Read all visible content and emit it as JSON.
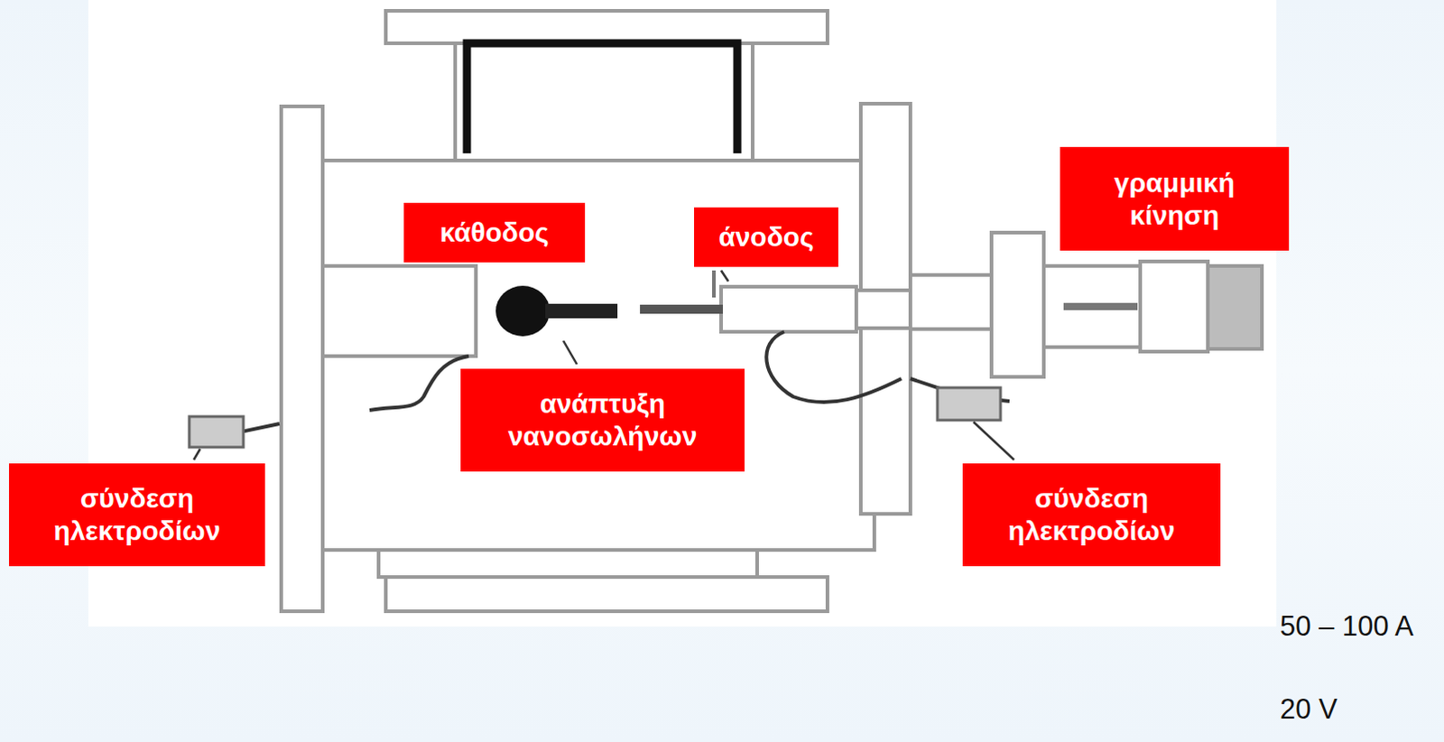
{
  "diagram": {
    "nodes": [
      {
        "text": [
          "κάθοδος"
        ]
      },
      {
        "text": [
          "άνοδος"
        ]
      },
      {
        "text": [
          "γραμμική κίνηση"
        ]
      },
      {
        "text": [
          "ανάπτυξη νανοσωλήνων"
        ]
      },
      {
        "text": [
          "σύνδεση ηλεκτροδίων"
        ]
      },
      {
        "text": [
          "σύνδεση ηλεκτροδίων"
        ]
      }
    ],
    "labels": [
      "50 – 100 A",
      "20 V"
    ]
  }
}
